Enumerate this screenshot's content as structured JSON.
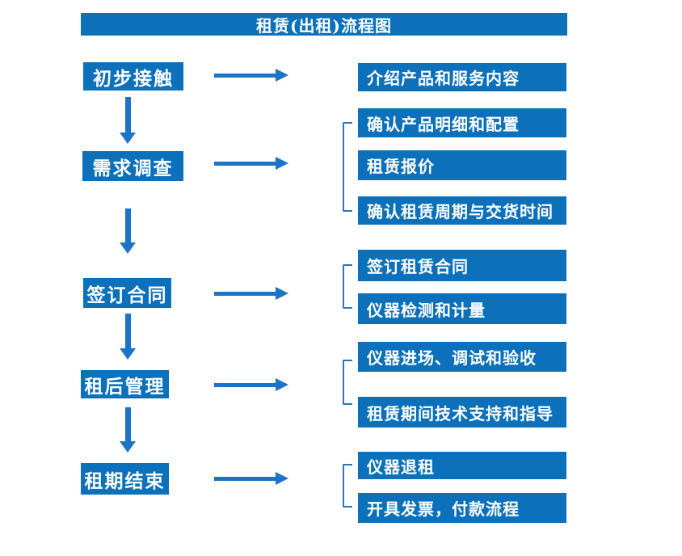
{
  "title": "租赁(出租)流程图",
  "colors": {
    "box_blue": "#0c71ba",
    "arrow_blue": "#1b74c5",
    "bracket_blue": "#2e75b6",
    "text_white": "#ffffff",
    "background": "#ffffff"
  },
  "steps": [
    {
      "label": "初步接触",
      "outputs": [
        "介绍产品和服务内容"
      ]
    },
    {
      "label": "需求调查",
      "outputs": [
        "确认产品明细和配置",
        "租赁报价",
        "确认租赁周期与交货时间"
      ]
    },
    {
      "label": "签订合同",
      "outputs": [
        "签订租赁合同",
        "仪器检测和计量"
      ]
    },
    {
      "label": "租后管理",
      "outputs": [
        "仪器进场、调试和验收",
        "租赁期间技术支持和指导"
      ]
    },
    {
      "label": "租期结束",
      "outputs": [
        "仪器退租",
        "开具发票，付款流程"
      ]
    }
  ]
}
